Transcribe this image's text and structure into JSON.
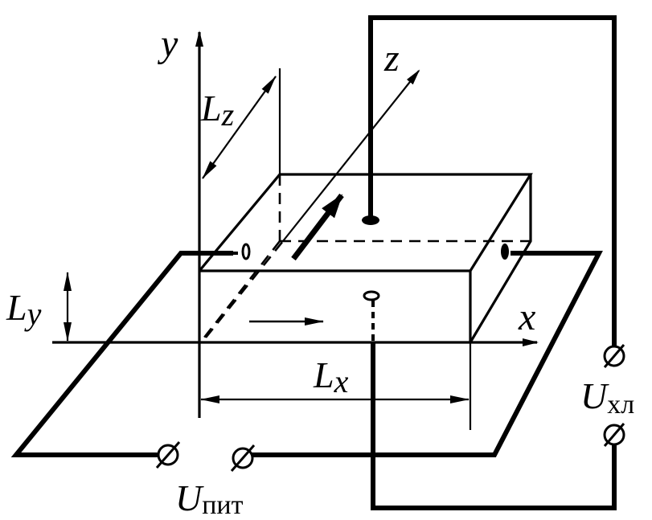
{
  "labels": {
    "axis_y": "y",
    "axis_z": "z",
    "axis_x": "x",
    "dim_lz_main": "L",
    "dim_lz_sub": "z",
    "dim_ly_main": "L",
    "dim_ly_sub": "y",
    "dim_lx_main": "L",
    "dim_lx_sub": "x",
    "u_hall_main": "U",
    "u_hall_sub": "хл",
    "u_supply_main": "U",
    "u_supply_sub": "пит"
  }
}
